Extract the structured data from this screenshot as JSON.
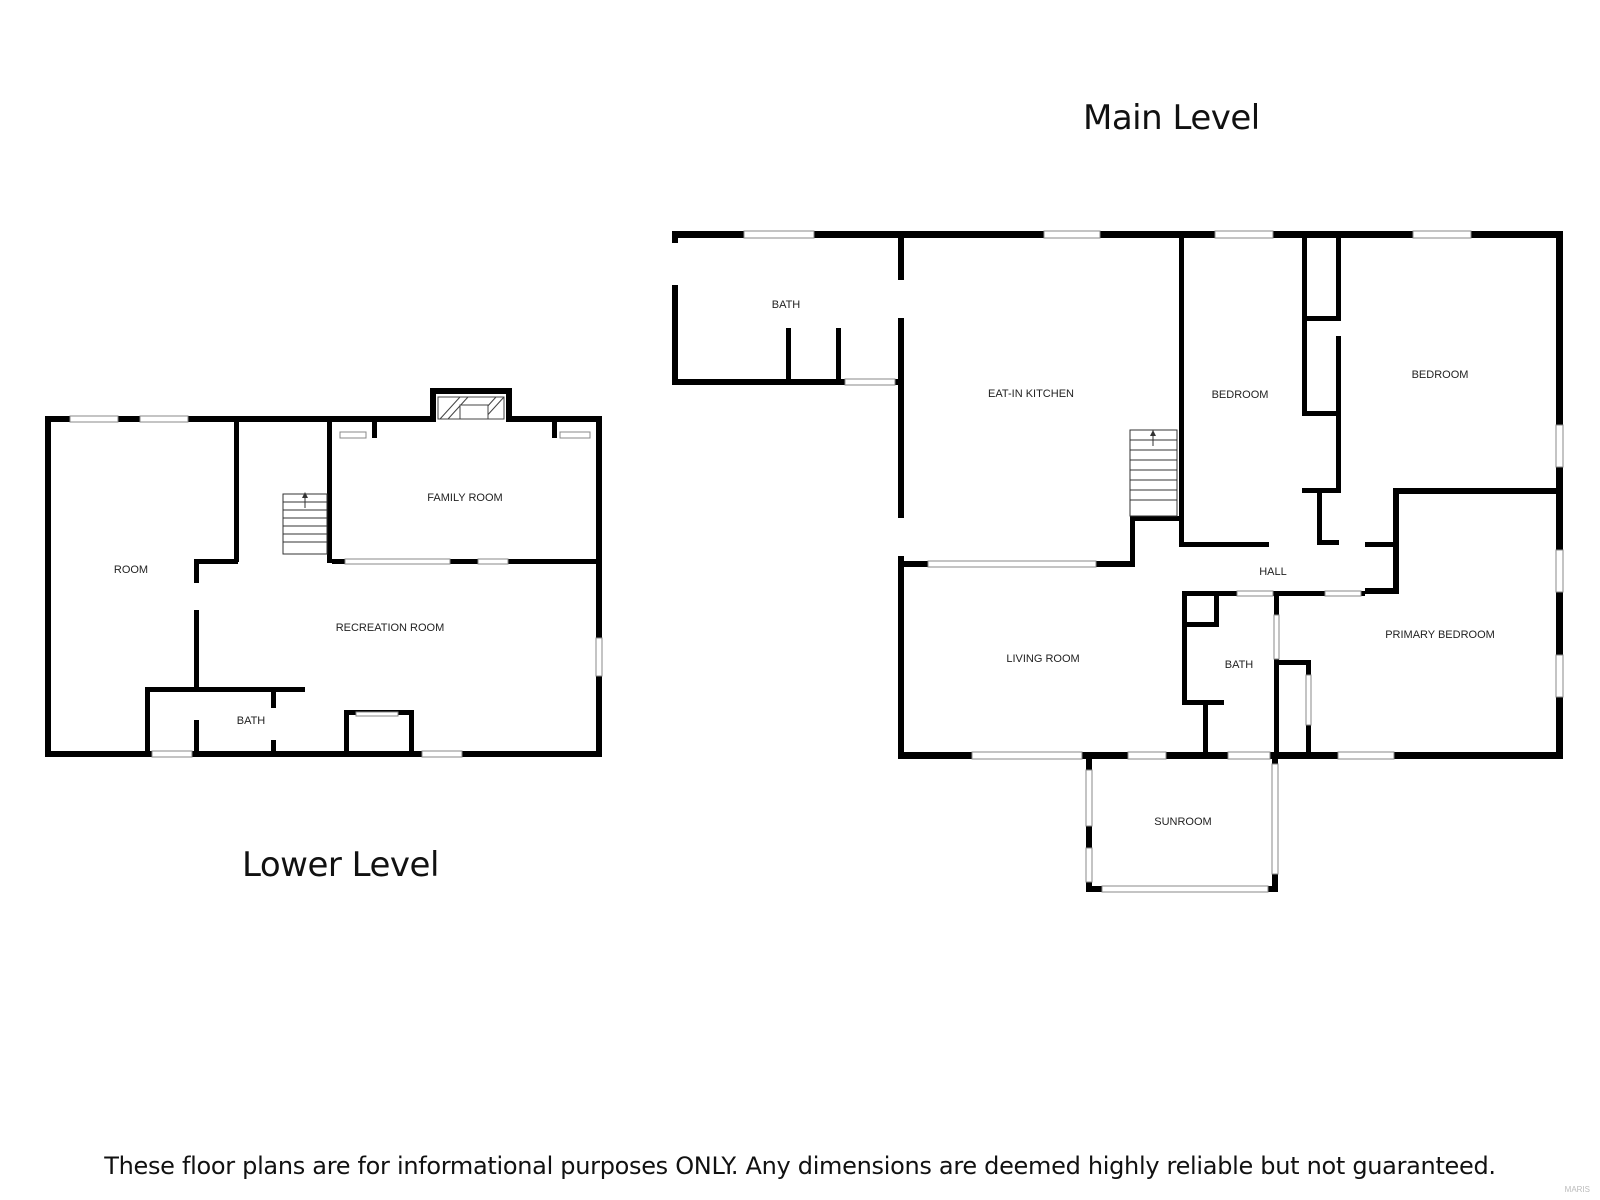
{
  "titles": {
    "main": "Main Level",
    "lower": "Lower Level"
  },
  "disclaimer": "These floor plans are for informational purposes ONLY. Any dimensions are deemed highly reliable but not guaranteed.",
  "watermark": "MARIS",
  "main_level": {
    "rooms": [
      "BATH",
      "EAT-IN KITCHEN",
      "BEDROOM",
      "BEDROOM",
      "HALL",
      "LIVING ROOM",
      "BATH",
      "PRIMARY BEDROOM",
      "SUNROOM"
    ]
  },
  "lower_level": {
    "rooms": [
      "ROOM",
      "FAMILY ROOM",
      "RECREATION ROOM",
      "BATH"
    ]
  },
  "colors": {
    "wall": "#000000",
    "background": "#ffffff",
    "window": "#ffffff"
  }
}
